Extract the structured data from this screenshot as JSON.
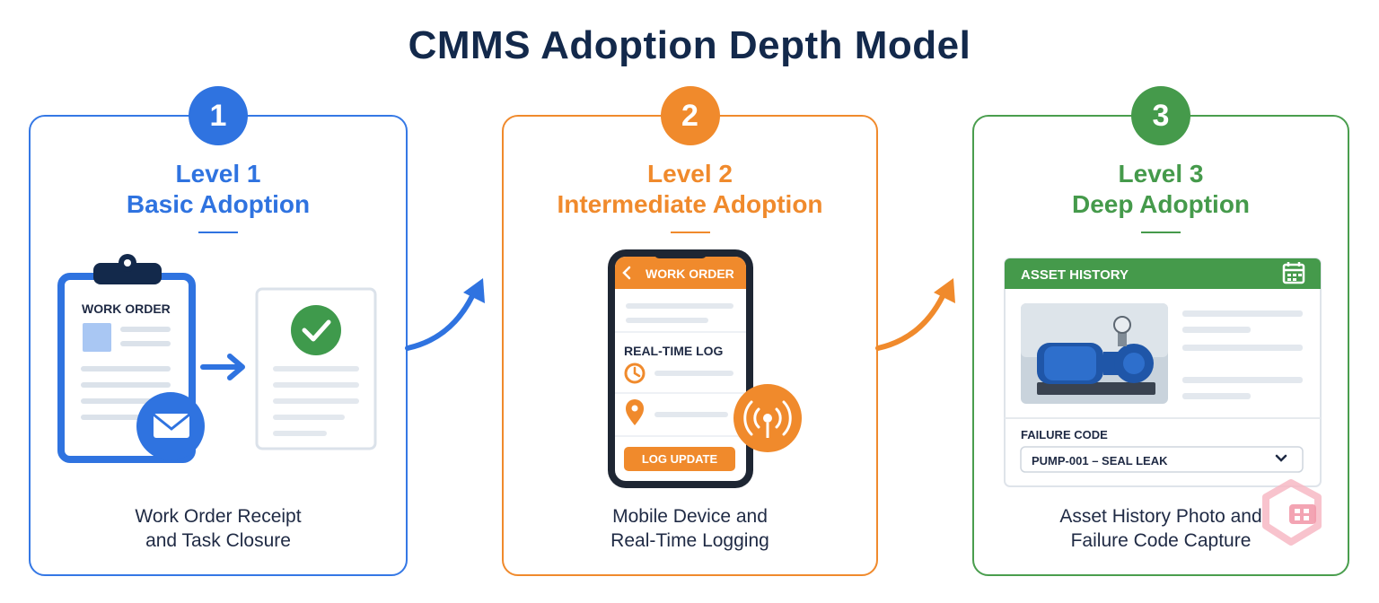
{
  "title": "CMMS Adoption Depth Model",
  "levels": [
    {
      "number": "1",
      "level": "Level 1",
      "name": "Basic Adoption",
      "caption_line1": "Work Order Receipt",
      "caption_line2": "and Task Closure",
      "card_label": "WORK ORDER",
      "icons": [
        "clipboard-icon",
        "envelope-icon",
        "arrow-right-icon",
        "checkmark-icon"
      ]
    },
    {
      "number": "2",
      "level": "Level 2",
      "name": "Intermediate Adoption",
      "caption_line1": "Mobile Device and",
      "caption_line2": "Real-Time Logging",
      "phone_header": "WORK ORDER",
      "log_title": "REAL-TIME LOG",
      "button_label": "LOG UPDATE",
      "icons": [
        "back-chevron-icon",
        "clock-icon",
        "location-pin-icon",
        "wireless-signal-icon"
      ]
    },
    {
      "number": "3",
      "level": "Level 3",
      "name": "Deep Adoption",
      "caption_line1": "Asset History Photo and",
      "caption_line2": "Failure Code Capture",
      "panel_header": "ASSET HISTORY",
      "field_label": "FAILURE CODE",
      "field_value": "PUMP-001 – SEAL LEAK",
      "icons": [
        "calendar-icon",
        "pump-photo",
        "chevron-down-icon"
      ]
    }
  ],
  "colors": {
    "title": "#13294b",
    "level1": "#2f73e0",
    "level2": "#f08a2c",
    "level3": "#459a4b"
  }
}
